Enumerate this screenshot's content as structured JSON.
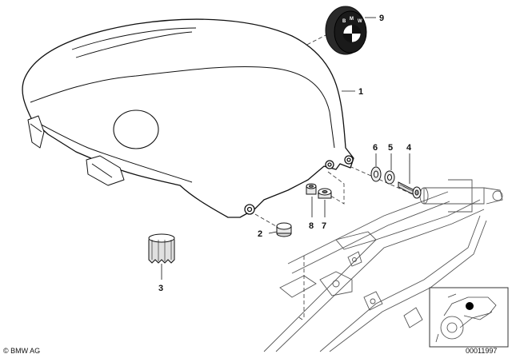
{
  "parts": [
    {
      "num": "1",
      "name": "tank-cover"
    },
    {
      "num": "2",
      "name": "rubber-buffer"
    },
    {
      "num": "3",
      "name": "grommet"
    },
    {
      "num": "4",
      "name": "bolt"
    },
    {
      "num": "5",
      "name": "washer"
    },
    {
      "num": "6",
      "name": "washer"
    },
    {
      "num": "7",
      "name": "grommet"
    },
    {
      "num": "8",
      "name": "sleeve"
    },
    {
      "num": "9",
      "name": "badge"
    }
  ],
  "emblem": {
    "letters": [
      "B",
      "M",
      "W"
    ]
  },
  "footer": {
    "copyright": "© BMW AG",
    "code": "00011997"
  }
}
